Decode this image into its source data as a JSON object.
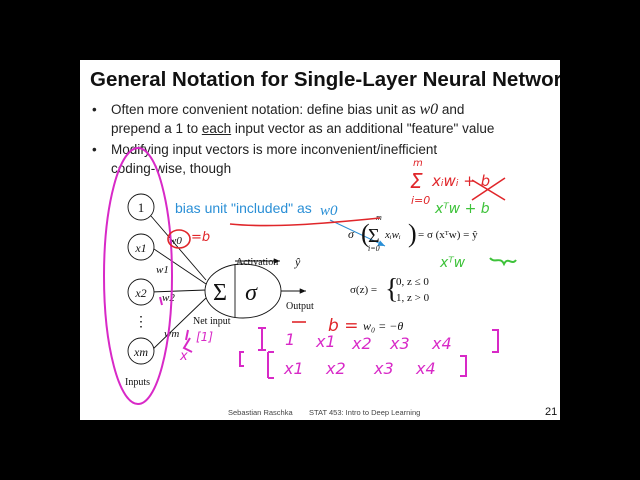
{
  "slide": {
    "title": "General Notation for Single-Layer Neural Networks",
    "bullets": [
      {
        "prefix": "Often more convenient notation: define bias unit as ",
        "math": "w0",
        "line2_a": "prepend a 1 to ",
        "line2_u": "each",
        "line2_b": " input vector as an additional \"feature\" value",
        "after_math": " and"
      },
      {
        "line1": "Modifying input vectors is more inconvenient/inefficient",
        "line2": "coding-wise, though"
      }
    ],
    "bullet_symbol": "•"
  },
  "diagram": {
    "bias_node": "1",
    "inputs": [
      "x1",
      "x2",
      "xm"
    ],
    "vdots": "⋮",
    "weights": [
      "w0",
      "w1",
      "w2",
      "wm"
    ],
    "sum_symbol": "Σ",
    "sigma_symbol": "σ",
    "activation_label": "Activation",
    "net_input_label": "Net input",
    "output_symbol": "ŷ",
    "output_label": "Output",
    "inputs_label": "Inputs"
  },
  "annotation": {
    "bias_text": "bias unit \"included\" as ",
    "bias_math": "w0"
  },
  "equations": {
    "sum_upper": "m",
    "sum_lower": "i=0",
    "sum_term": "xᵢwᵢ",
    "sum_rhs": "= σ (xᵀw) = ŷ",
    "sigma_lhs": "σ(z) =",
    "case1": "0,  z ≤ 0",
    "case2": "1,  z > 0",
    "w0_eq": "w₀ = −θ"
  },
  "handwriting": {
    "w0_b": "=b",
    "sum_top": "m",
    "sum_expr": "xᵢwᵢ + b",
    "sum_bottom": "i=0",
    "vec_expr": "xᵀw + b",
    "vec_expr2": "xᵀw",
    "b_label": "b =",
    "row1": [
      "[",
      "1",
      "x1",
      "x2",
      "x3",
      "x4",
      "]"
    ],
    "row2": [
      "[",
      "[",
      "x1",
      "x2",
      "x3",
      "x4",
      "]"
    ],
    "bracket_1": "[1]",
    "x_vec": "x"
  },
  "footer": {
    "author": "Sebastian Raschka",
    "course": "STAT 453: Intro to Deep Learning",
    "page": "21"
  },
  "colors": {
    "background": "#000000",
    "slide": "#ffffff",
    "blue_annotation": "#2a8fd6",
    "pen_magenta": "#d829c7",
    "pen_red": "#e0262a",
    "pen_green": "#3ec23a"
  }
}
